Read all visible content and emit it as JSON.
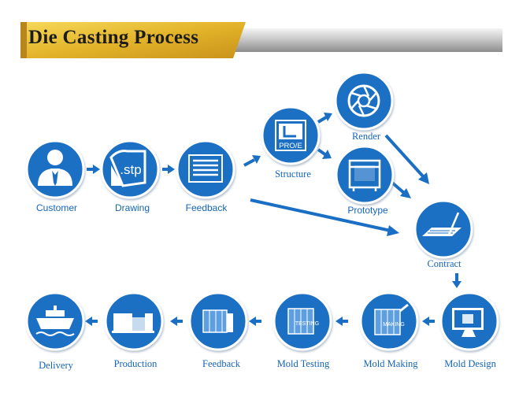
{
  "header": {
    "title": "Die Casting Process"
  },
  "colors": {
    "primary": "#1a6fc4",
    "accent_gold": "#e3b42a",
    "text": "#1565b8"
  },
  "steps": [
    {
      "label": "Customer",
      "icon": "customer-icon"
    },
    {
      "label": "Drawing",
      "icon": "stp-file-icon",
      "icon_text": ".stp"
    },
    {
      "label": "Feedback",
      "icon": "document-icon"
    },
    {
      "label": "Structure",
      "icon": "proe-icon",
      "icon_text": "PRO/E"
    },
    {
      "label": "Render",
      "icon": "aperture-icon"
    },
    {
      "label": "Prototype",
      "icon": "3d-printer-icon"
    },
    {
      "label": "Contract",
      "icon": "contract-icon"
    },
    {
      "label": "Mold Design",
      "icon": "monitor-icon"
    },
    {
      "label": "Mold Making",
      "icon": "mold-making-icon",
      "icon_text": "MAKING"
    },
    {
      "label": "Mold Testing",
      "icon": "mold-testing-icon",
      "icon_text": "TESTING"
    },
    {
      "label": "Feedback",
      "icon": "mold-box-icon"
    },
    {
      "label": "Production",
      "icon": "machine-icon"
    },
    {
      "label": "Delivery",
      "icon": "ship-icon"
    }
  ]
}
